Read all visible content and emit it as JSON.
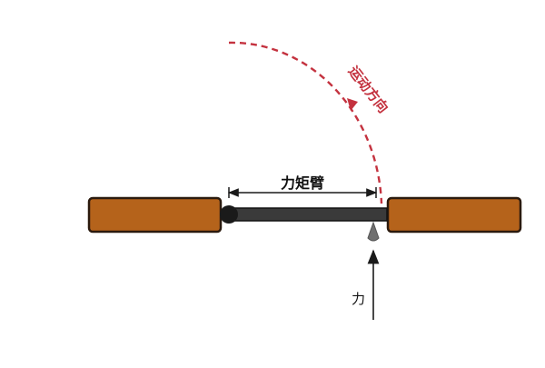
{
  "labels": {
    "moment_arm": "力矩臂",
    "force": "力",
    "motion_direction": "运动方向"
  },
  "colors": {
    "block_fill": "#b5631b",
    "block_stroke": "#2b1a0e",
    "arm_fill": "#3a3a3a",
    "arrow_dark": "#1a1a1a",
    "motion_red": "#c4323f",
    "pivot_gray": "#6f6f6f"
  },
  "icons": {
    "pivot": "triangle-pivot-icon",
    "hinge": "hinge-ball-icon"
  }
}
